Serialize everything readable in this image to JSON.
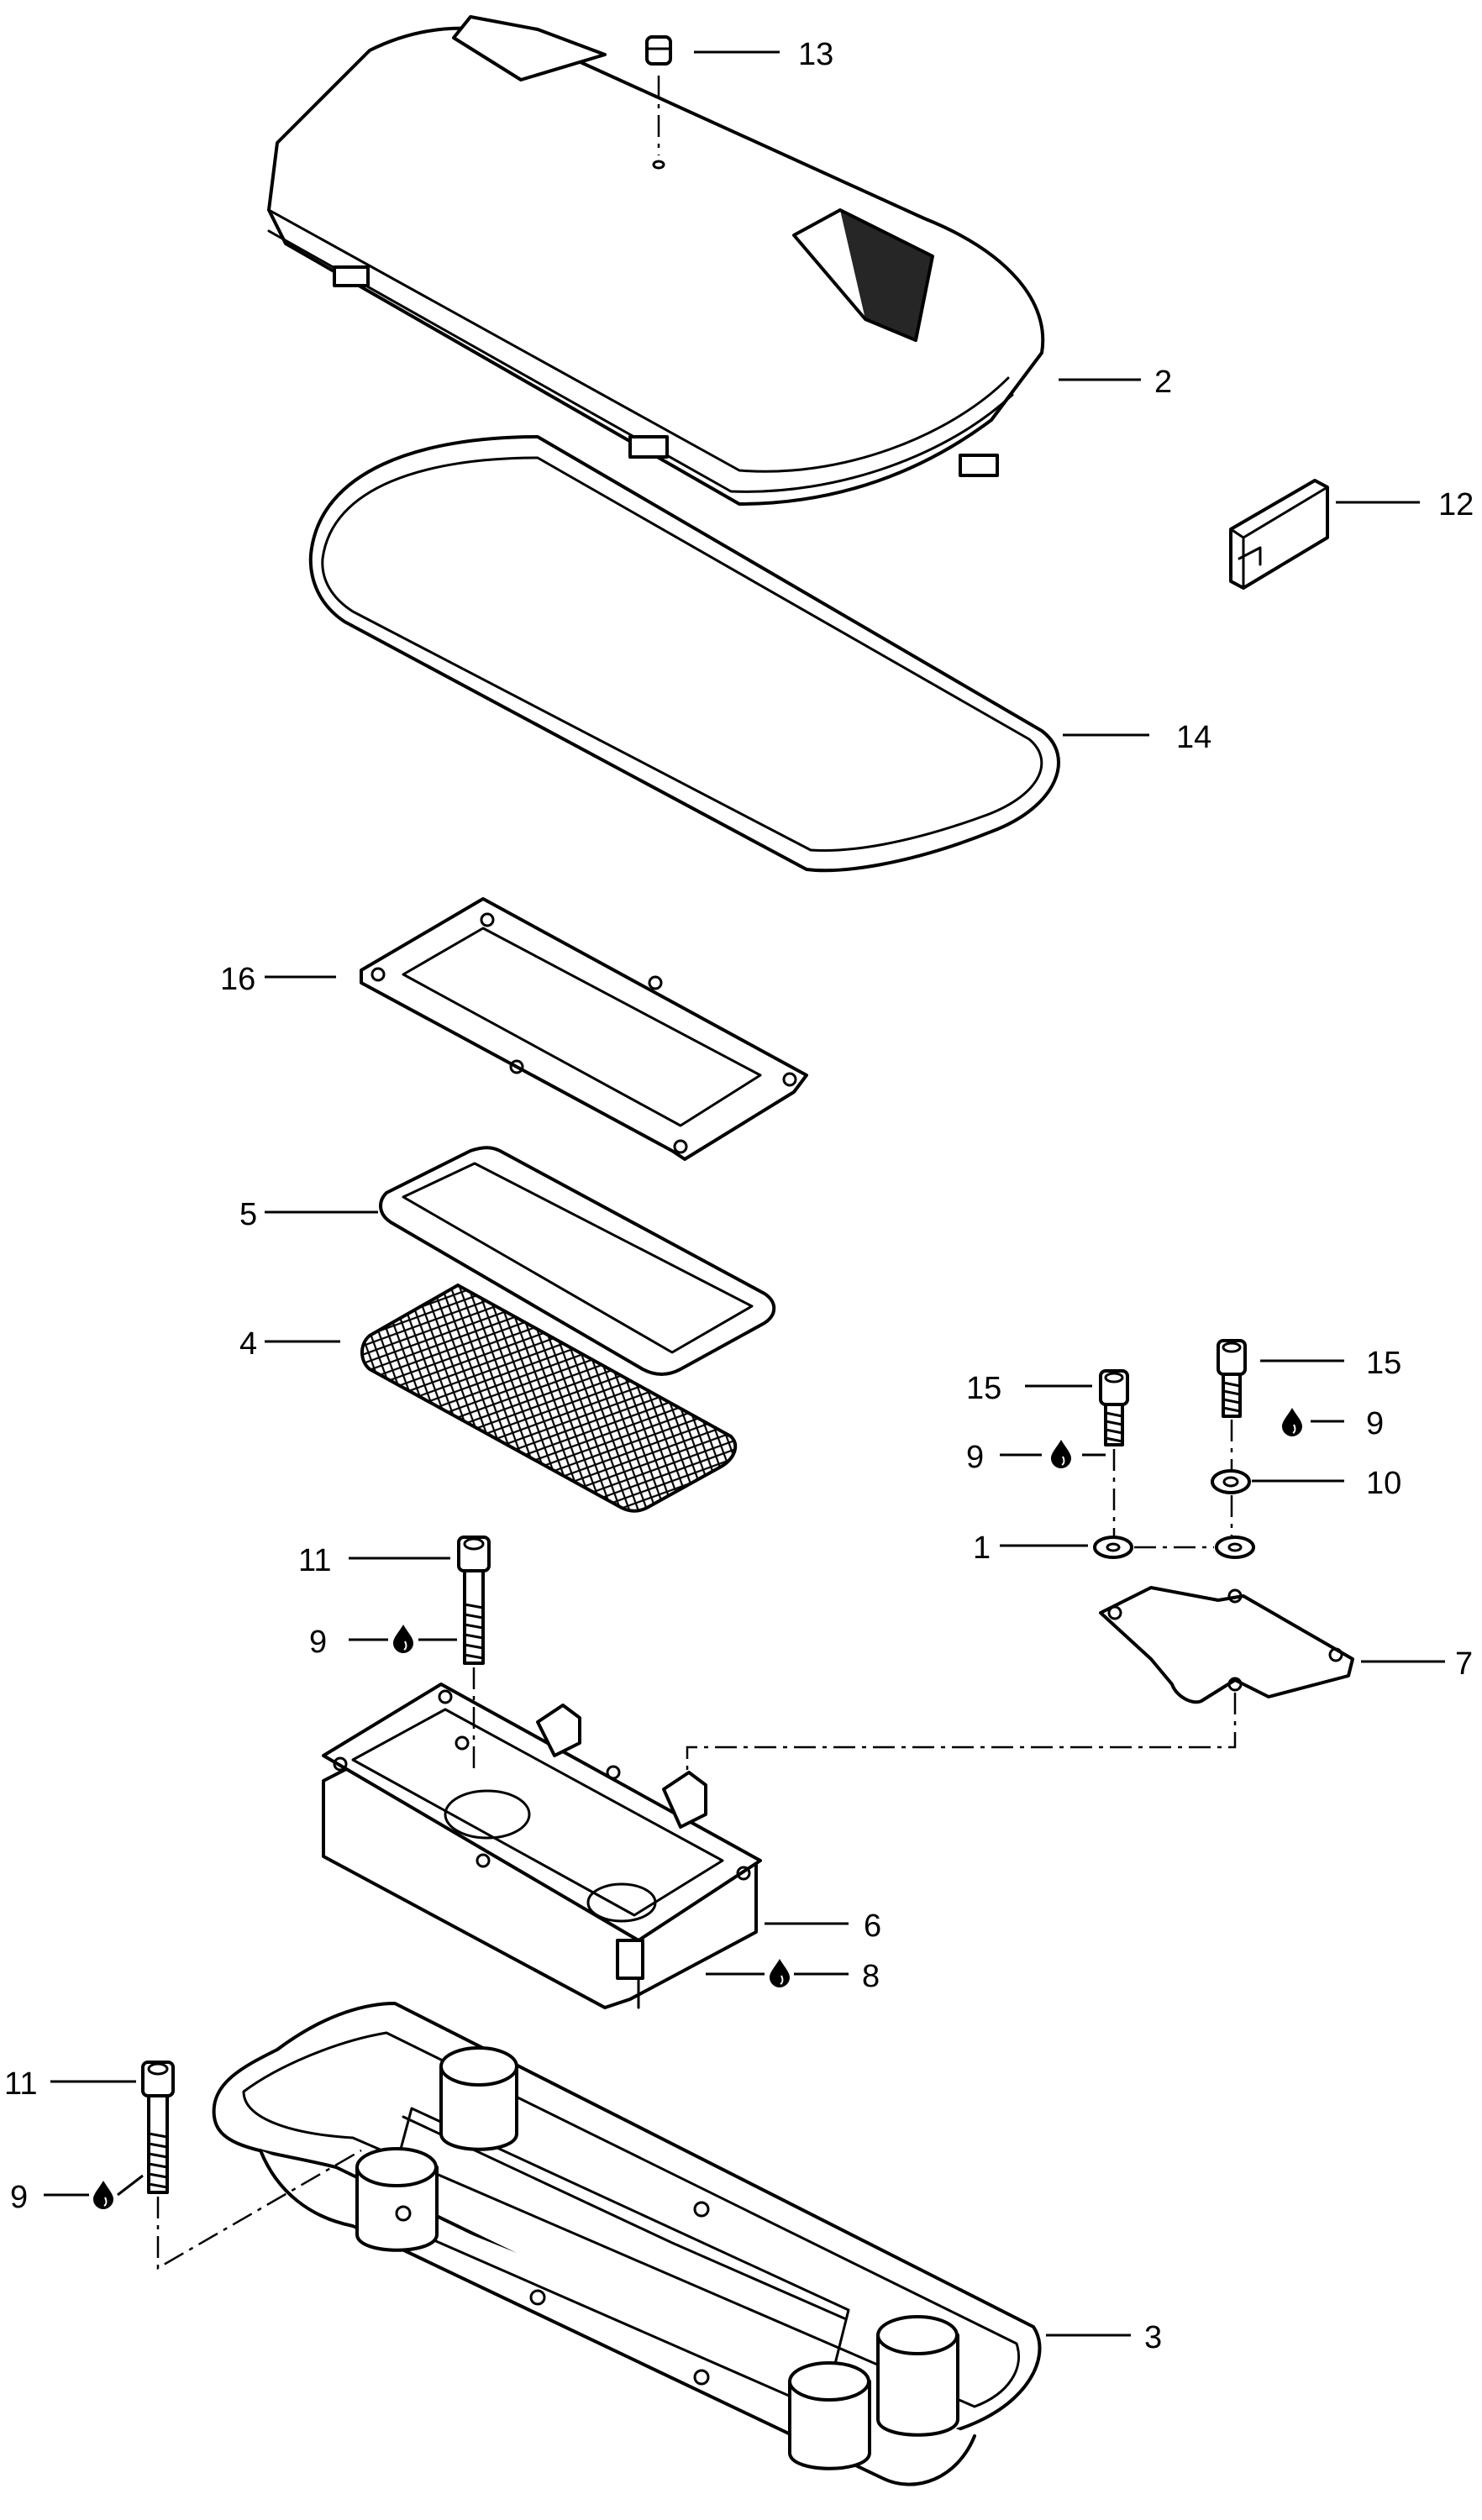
{
  "callouts": {
    "c13": "13",
    "c2": "2",
    "c12": "12",
    "c14": "14",
    "c16": "16",
    "c5": "5",
    "c4": "4",
    "c15a": "15",
    "c15b": "15",
    "c9a": "9",
    "c9b": "9",
    "c10": "10",
    "c1": "1",
    "c7": "7",
    "c11a": "11",
    "c9c": "9",
    "c6": "6",
    "c8": "8",
    "c11b": "11",
    "c9d": "9",
    "c3": "3"
  },
  "icons": [
    "oil-drop-icon"
  ]
}
